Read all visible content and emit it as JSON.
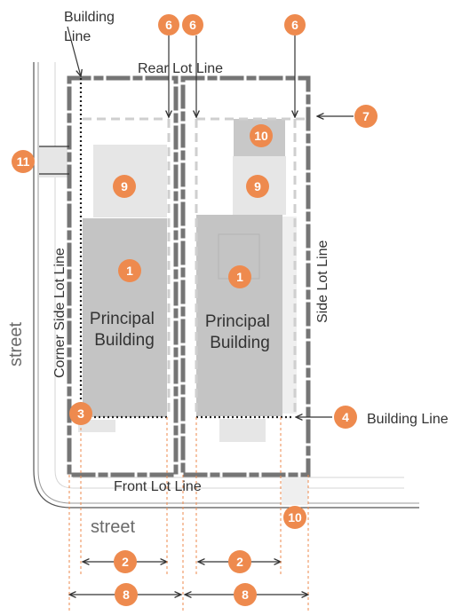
{
  "colors": {
    "accent": "#EE8A4E",
    "building": "#C4C4C4",
    "accessory": "#E6E6E6",
    "lot_line": "#757575",
    "setback_line": "#CFCFCF",
    "text": "#333333"
  },
  "labels": {
    "building_line_top": [
      "Building",
      "Line"
    ],
    "rear_lot_line": "Rear Lot Line",
    "corner_side_lot_line": "Corner Side Lot Line",
    "side_lot_line": "Side Lot Line",
    "front_lot_line": "Front Lot Line",
    "street_side": "street",
    "street_bottom": "street",
    "building_line_right": "Building Line",
    "principal_building_left": [
      "Principal",
      "Building"
    ],
    "principal_building_right": [
      "Principal",
      "Building"
    ]
  },
  "badges": {
    "b6a": "6",
    "b6b": "6",
    "b6c": "6",
    "b7": "7",
    "b11": "11",
    "b10_top": "10",
    "b9_left": "9",
    "b9_right": "9",
    "b1_left": "1",
    "b1_right": "1",
    "b3": "3",
    "b4": "4",
    "b10_bottom": "10",
    "b2_left": "2",
    "b2_right": "2",
    "b8_left": "8",
    "b8_right": "8"
  }
}
